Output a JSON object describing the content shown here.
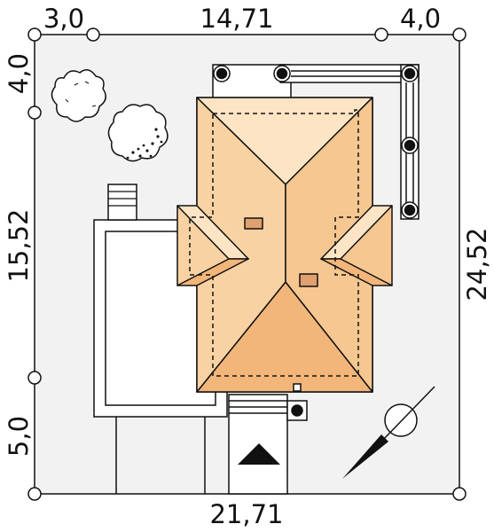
{
  "dimensions": {
    "top_left": "3,0",
    "top_middle": "14,71",
    "top_right": "4,0",
    "left_top": "4,0",
    "left_middle": "15,52",
    "left_bottom": "5,0",
    "right": "24,52",
    "bottom": "21,71"
  },
  "colors": {
    "plot_fill": "#f2f2f2",
    "roof_base": "#f6c790",
    "roof_light": "#fde4c4",
    "roof_mid": "#f8d2a2",
    "roof_dark": "#f3b67a",
    "vent": "#e0a070",
    "outline": "#111111"
  },
  "icons": {
    "north_arrow": "compass-arrow-icon",
    "entrance": "entrance-triangle-icon"
  }
}
